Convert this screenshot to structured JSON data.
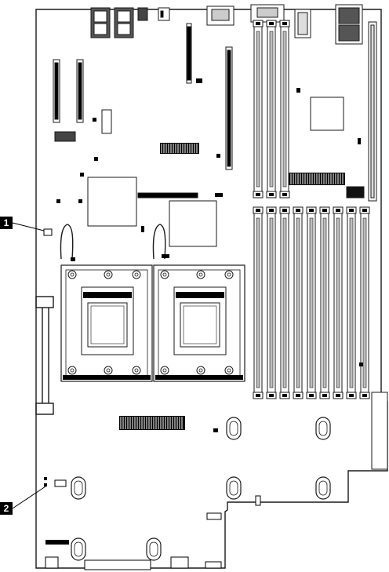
{
  "callouts": [
    {
      "label": "1"
    },
    {
      "label": "2"
    }
  ],
  "dimm_bank_upper": {
    "slots": 3
  },
  "dimm_bank_lower": {
    "slots": 9
  },
  "processor_sockets": {
    "count": 2
  },
  "colors": {
    "line": "#1a1a1a",
    "fill_dark": "#111111",
    "fill_grey": "#bdbdbd",
    "background": "#ffffff",
    "callout_bg": "#000000"
  }
}
